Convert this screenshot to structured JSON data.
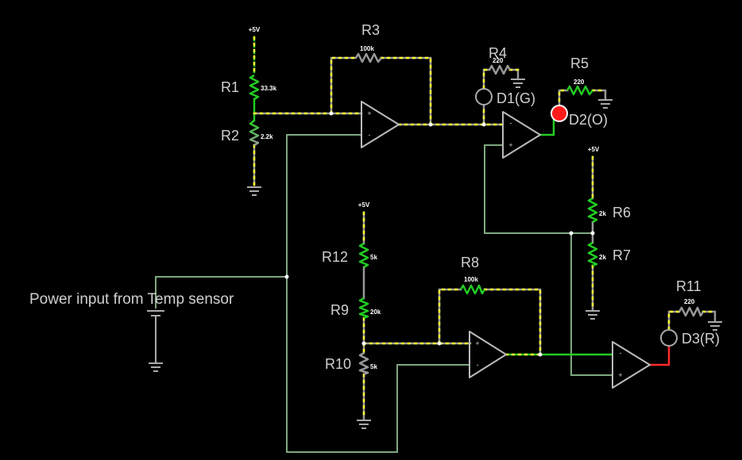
{
  "source_label": "Power input from Temp sensor",
  "supply_label": "+5V",
  "resistors": [
    {
      "ref": "R1",
      "value": "33.3k"
    },
    {
      "ref": "R2",
      "value": "2.2k"
    },
    {
      "ref": "R3",
      "value": "100k"
    },
    {
      "ref": "R4",
      "value": "220"
    },
    {
      "ref": "R5",
      "value": "220"
    },
    {
      "ref": "R6",
      "value": "2k"
    },
    {
      "ref": "R7",
      "value": "2k"
    },
    {
      "ref": "R8",
      "value": "100k"
    },
    {
      "ref": "R9",
      "value": "20k"
    },
    {
      "ref": "R10",
      "value": "5k"
    },
    {
      "ref": "R11",
      "value": "220"
    },
    {
      "ref": "R12",
      "value": "5k"
    }
  ],
  "leds": [
    {
      "ref": "D1(G)",
      "lit": false
    },
    {
      "ref": "D2(O)",
      "lit": true,
      "color": "#ff1a1a"
    },
    {
      "ref": "D3(R)",
      "lit": false
    }
  ],
  "opamp_signs": {
    "plus": "+",
    "minus": "-"
  },
  "colors": {
    "background": "#000000",
    "wire_idle": "#7fa87f",
    "wire_active": "#22cc22",
    "current_dots": "#ffff33",
    "wire_high": "#ff2a2a",
    "component": "#cccccc",
    "led_on": "#ff1a1a"
  }
}
